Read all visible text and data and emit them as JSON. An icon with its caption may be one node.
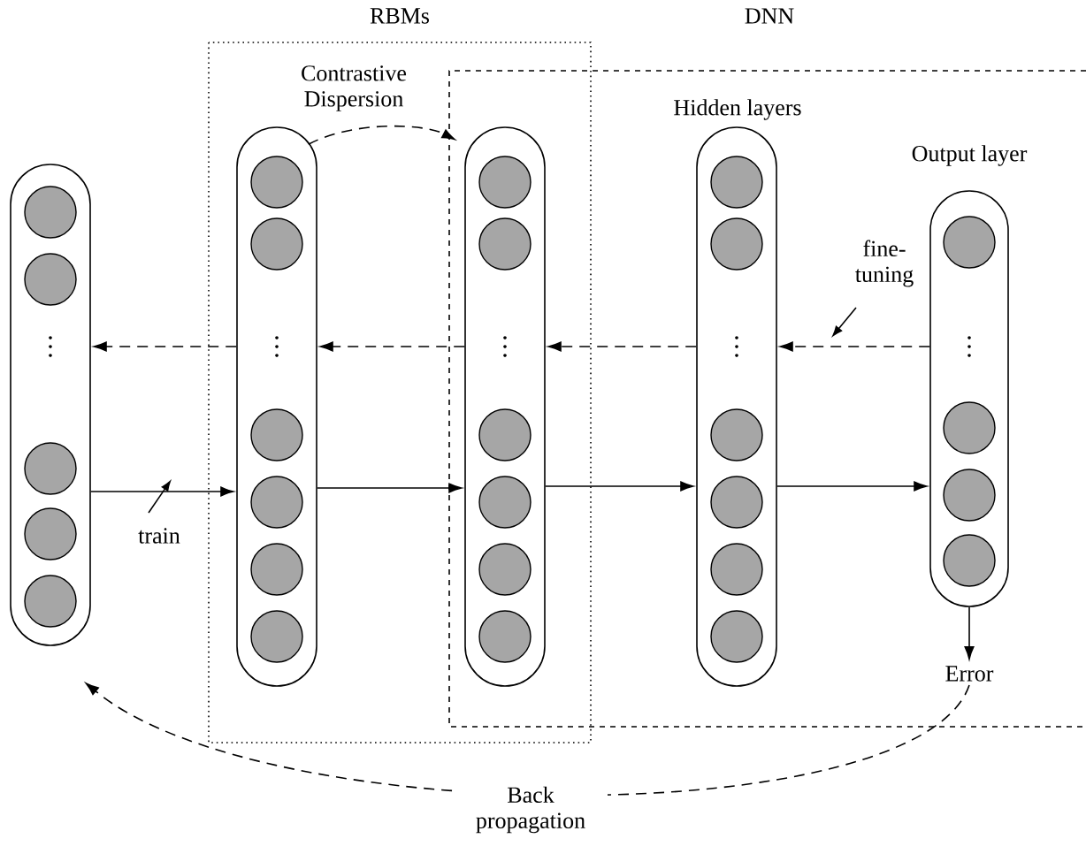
{
  "diagram": {
    "nodes": [
      {
        "text": [
          "RBMs"
        ]
      },
      {
        "text": [
          "DNN"
        ]
      },
      {
        "text": [],
        "shape": "capsule"
      },
      {
        "text": [],
        "shape": "capsule",
        "in": 0
      },
      {
        "text": [],
        "shape": "capsule"
      },
      {
        "text": [],
        "shape": "capsule",
        "in": 1,
        "beside": [
          "Hidden layers"
        ]
      },
      {
        "text": [],
        "shape": "capsule",
        "in": 1,
        "beside": [
          "Output layer"
        ]
      },
      {
        "text": [
          "Error"
        ],
        "in": 1
      }
    ],
    "edges": [
      {
        "from": 2,
        "to": 3,
        "arrow": "to",
        "label": "train"
      },
      {
        "from": 3,
        "to": 4,
        "arrow": "to"
      },
      {
        "from": 4,
        "to": 5,
        "arrow": "to"
      },
      {
        "from": 5,
        "to": 6,
        "arrow": "to"
      },
      {
        "from": 6,
        "to": 7,
        "arrow": "to"
      },
      {
        "from": 6,
        "to": 5,
        "arrow": "to",
        "style": "dashed",
        "label": "fine-tuning"
      },
      {
        "from": 5,
        "to": 4,
        "arrow": "to",
        "style": "dashed"
      },
      {
        "from": 4,
        "to": 3,
        "arrow": "to",
        "style": "dashed"
      },
      {
        "from": 3,
        "to": 2,
        "arrow": "to",
        "style": "dashed"
      },
      {
        "from": 3,
        "to": 4,
        "arrow": "to",
        "style": "dashed",
        "label": "Contrastive Dispersion"
      },
      {
        "from": 7,
        "to": 2,
        "arrow": "to",
        "style": "dashed",
        "label": "Back propagation"
      }
    ]
  }
}
